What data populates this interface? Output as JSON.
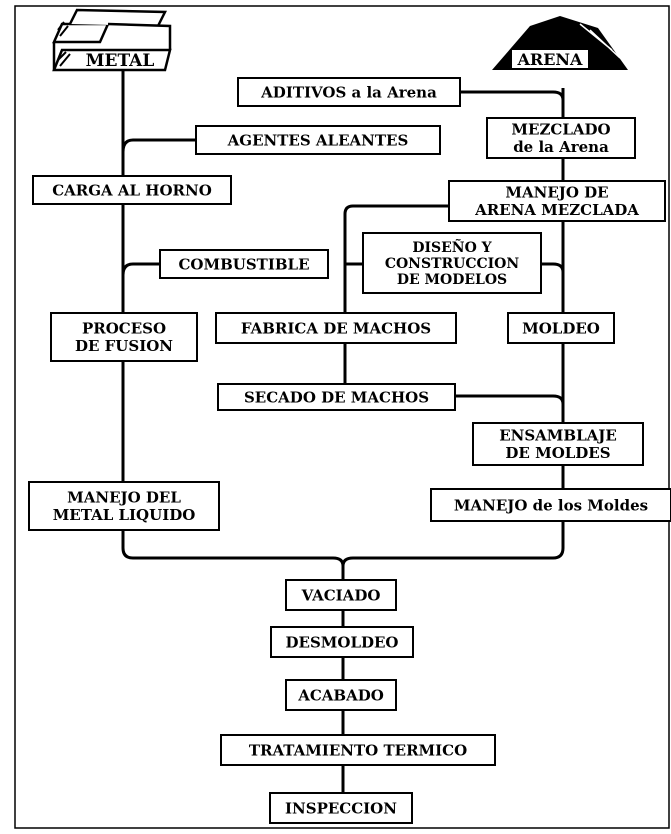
{
  "sources": {
    "metal": "METAL",
    "arena": "ARENA"
  },
  "boxes": {
    "aditivos": [
      "ADITIVOS a la Arena"
    ],
    "agentes": [
      "AGENTES ALEANTES"
    ],
    "mezclado": [
      "MEZCLADO",
      "de la Arena"
    ],
    "carga": [
      "CARGA AL HORNO"
    ],
    "manejo_arena": [
      "MANEJO DE",
      "ARENA MEZCLADA"
    ],
    "diseno": [
      "DISEÑO Y",
      "CONSTRUCCION",
      "DE MODELOS"
    ],
    "combustible": [
      "COMBUSTIBLE"
    ],
    "fusion": [
      "PROCESO",
      "DE FUSION"
    ],
    "machos": [
      "FABRICA DE MACHOS"
    ],
    "moldeo": [
      "MOLDEO"
    ],
    "secado": [
      "SECADO DE MACHOS"
    ],
    "ensamblaje": [
      "ENSAMBLAJE",
      "DE MOLDES"
    ],
    "manejo_metal": [
      "MANEJO DEL",
      "METAL LIQUIDO"
    ],
    "manejo_moldes": [
      "MANEJO de los Moldes"
    ],
    "vaciado": [
      "VACIADO"
    ],
    "desmoldeo": [
      "DESMOLDEO"
    ],
    "acabado": [
      "ACABADO"
    ],
    "tratamiento": [
      "TRATAMIENTO TERMICO"
    ],
    "inspeccion": [
      "INSPECCION"
    ]
  },
  "colors": {
    "ink": "#000000",
    "paper": "#ffffff"
  }
}
